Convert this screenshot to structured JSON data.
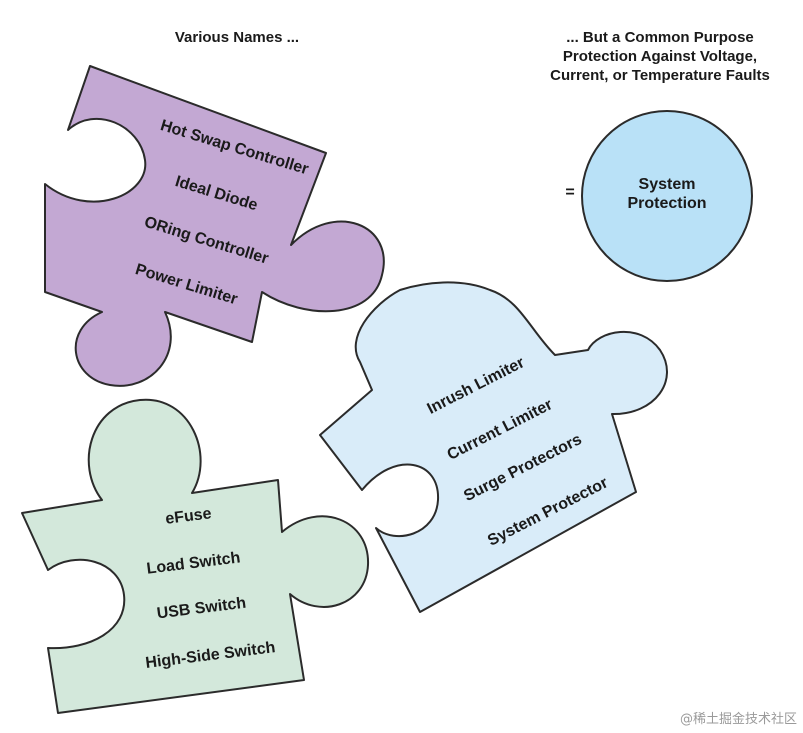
{
  "headers": {
    "left": "Various Names ...",
    "right_lines": [
      "... But a Common Purpose",
      "Protection Against Voltage,",
      "Current, or Temperature Faults"
    ]
  },
  "equals_sign": "=",
  "circle": {
    "lines": [
      "System",
      "Protection"
    ],
    "fill": "#b9e1f7"
  },
  "pieces": {
    "purple": {
      "fill": "#c3a8d3",
      "items": [
        "Hot Swap Controller",
        "Ideal Diode",
        "ORing Controller",
        "Power Limiter"
      ]
    },
    "blue": {
      "fill": "#d9ecf9",
      "items": [
        "Inrush Limiter",
        "Current Limiter",
        "Surge Protectors",
        "System Protector"
      ]
    },
    "green": {
      "fill": "#d3e8db",
      "items": [
        "eFuse",
        "Load Switch",
        "USB Switch",
        "High-Side Switch"
      ]
    }
  },
  "watermark": "@稀土掘金技术社区"
}
